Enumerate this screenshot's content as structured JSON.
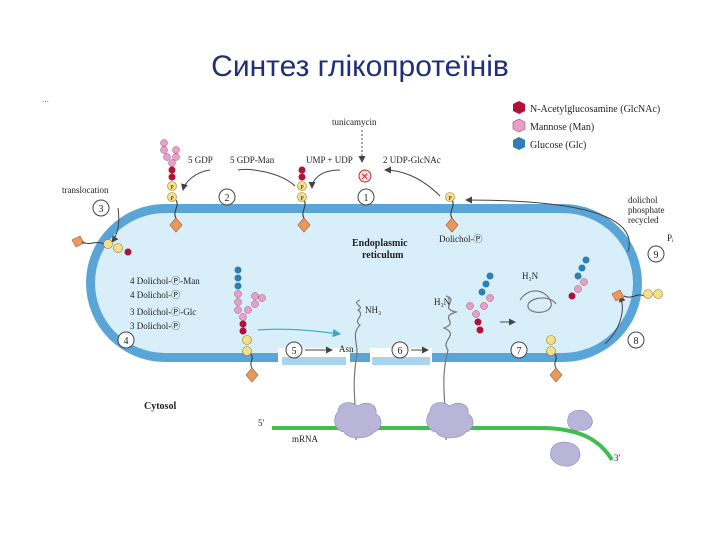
{
  "title": "Синтез глікопротеїнів",
  "header_fragment": "…",
  "legend": [
    {
      "name": "N-Acetylglucosamine (GlcNAc)",
      "color": "#b0123a"
    },
    {
      "name": "Mannose (Man)",
      "color": "#e9a0c8"
    },
    {
      "name": "Glucose (Glc)",
      "color": "#2f7fb5"
    }
  ],
  "labels": {
    "tunicamycin": "tunicamycin",
    "gdp5": "5 GDP",
    "gdpman": "5 GDP-Man",
    "ump_udp": "UMP + UDP",
    "udpglcnac": "2 UDP-GlcNAc",
    "translocation": "translocation",
    "er_line1": "Endoplasmic",
    "er_line2": "reticulum",
    "dolichol_p": "Dolichol-Ⓟ",
    "dol_recycled1": "dolichol",
    "dol_recycled2": "phosphate",
    "dol_recycled3": "recycled",
    "pi": "Pᵢ",
    "dol_man": "4 Dolichol-Ⓟ-Man",
    "dol_p4": "4 Dolichol-Ⓟ",
    "dol_glc": "3 Dolichol-Ⓟ-Glc",
    "dol_p3": "3 Dolichol-Ⓟ",
    "nh3": "NH₃",
    "h3n": "H₃N",
    "asn": "Asn",
    "cytosol": "Cytosol",
    "mrna": "mRNA",
    "five_prime": "5′",
    "three_prime": "3′",
    "plus": "+",
    "p": "P"
  },
  "steps": [
    "1",
    "2",
    "3",
    "4",
    "5",
    "6",
    "7",
    "8",
    "9"
  ]
}
